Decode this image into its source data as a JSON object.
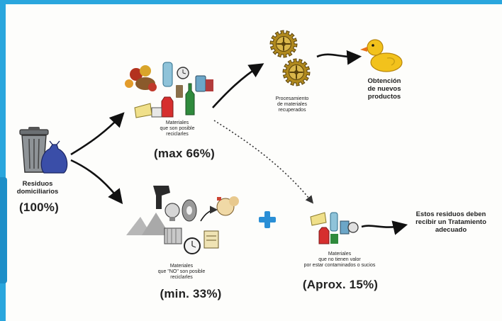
{
  "colors": {
    "frame": "#2aa6dd",
    "plus": "#2a8fd6",
    "gear": "#b0891e",
    "duck": "#f2c21c"
  },
  "residuos": {
    "label_line1": "Residuos",
    "label_line2": "domiciliarios",
    "percent": "(100%)"
  },
  "reciclables": {
    "line1": "Materiales",
    "line2": "que son posible",
    "line3": "reciclarles",
    "percent": "(max 66%)"
  },
  "procesamiento": {
    "line1": "Procesamiento",
    "line2": "de materiales",
    "line3": "recuperados"
  },
  "obtencion": {
    "line1": "Obtención",
    "line2": "de nuevos",
    "line3": "productos"
  },
  "no_reciclables": {
    "line1": "Materiales",
    "line2": "que \"NO\" son posible",
    "line3": "reciclarles",
    "percent": "(min. 33%)"
  },
  "contaminados": {
    "line1": "Materiales",
    "line2": "que no tienen valor",
    "line3": "por estar contaminados o sucios",
    "percent": "(Aprox. 15%)"
  },
  "tratamiento": {
    "line1": "Estos residuos deben",
    "line2": "recibir un Tratamiento",
    "line3": "adecuado"
  },
  "icons": [
    "trash-can-icon",
    "trash-bag-icon",
    "recyclables-cluster-icon",
    "gears-icon",
    "rubber-duck-icon",
    "non-recyclables-cluster-icon",
    "plus-icon",
    "contaminated-cluster-icon"
  ]
}
